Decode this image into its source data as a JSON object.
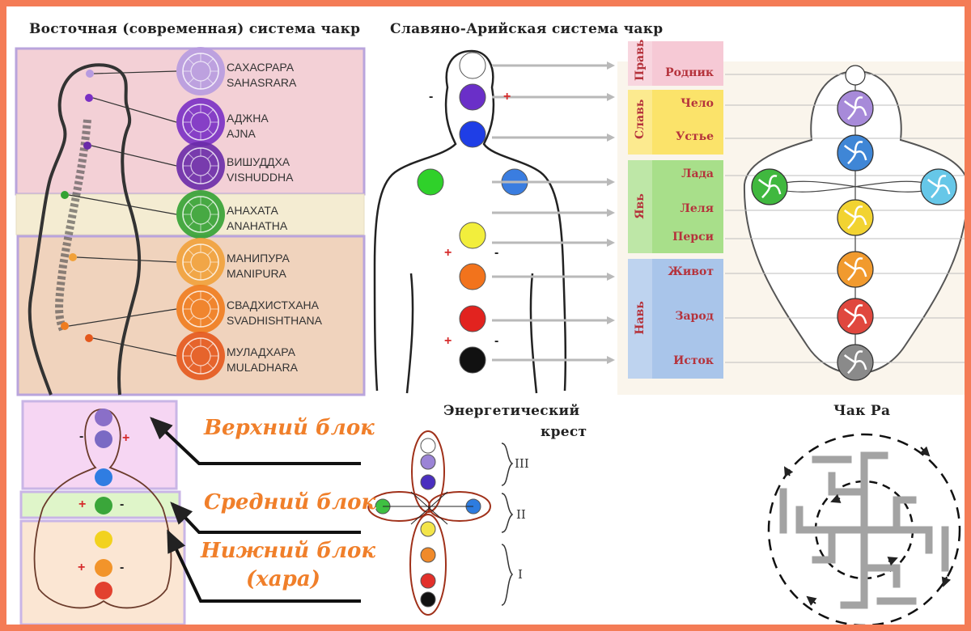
{
  "titles": {
    "eastern": "Восточная (современная) система чакр",
    "slavic": "Славяно-Арийская система чакр",
    "cross_line1": "Энергетический",
    "cross_line2": "крест",
    "chakra_ra": "Чак Ра"
  },
  "eastern_chakras": [
    {
      "ru": "САХАСРАРА",
      "en": "SAHASRARA",
      "color": "#b79be0"
    },
    {
      "ru": "АДЖНА",
      "en": "AJNA",
      "color": "#7a2fc4"
    },
    {
      "ru": "ВИШУДДХА",
      "en": "VISHUDDHA",
      "color": "#6a2aa8"
    },
    {
      "ru": "АНАХАТА",
      "en": "ANAHATHA",
      "color": "#34a233"
    },
    {
      "ru": "МАНИПУРА",
      "en": "MANIPURA",
      "color": "#f1a13a"
    },
    {
      "ru": "СВАДХИСТХАНА",
      "en": "SVADHISHTHANA",
      "color": "#ef7c1e"
    },
    {
      "ru": "МУЛАДХАРА",
      "en": "MULADHARA",
      "color": "#e4581c"
    }
  ],
  "slavic_worlds": [
    {
      "name": "Правь",
      "color": "#f6c9d5",
      "poles": [
        "Родник"
      ]
    },
    {
      "name": "Славь",
      "color": "#fbe36a",
      "poles": [
        "Чело",
        "Устье"
      ]
    },
    {
      "name": "Явь",
      "color": "#a8df8a",
      "poles": [
        "Лада",
        "Леля",
        "Перси"
      ]
    },
    {
      "name": "Навь",
      "color": "#a9c5ea",
      "poles": [
        "Живот",
        "Зарод",
        "Исток"
      ]
    }
  ],
  "blocks": {
    "upper": "Верхний блок",
    "middle": "Средний блок",
    "lower_line1": "Нижний блок",
    "lower_line2": "(хара)"
  },
  "cross_levels": [
    "III",
    "II",
    "I"
  ],
  "signs": {
    "plus": "+",
    "minus": "-"
  },
  "colors": {
    "frame": "#f47c56",
    "band_top": "#f3d0d6",
    "band_mid": "#f4ecd2",
    "band_bottom": "#f0d3bd",
    "block_text": "#f07f2a"
  }
}
